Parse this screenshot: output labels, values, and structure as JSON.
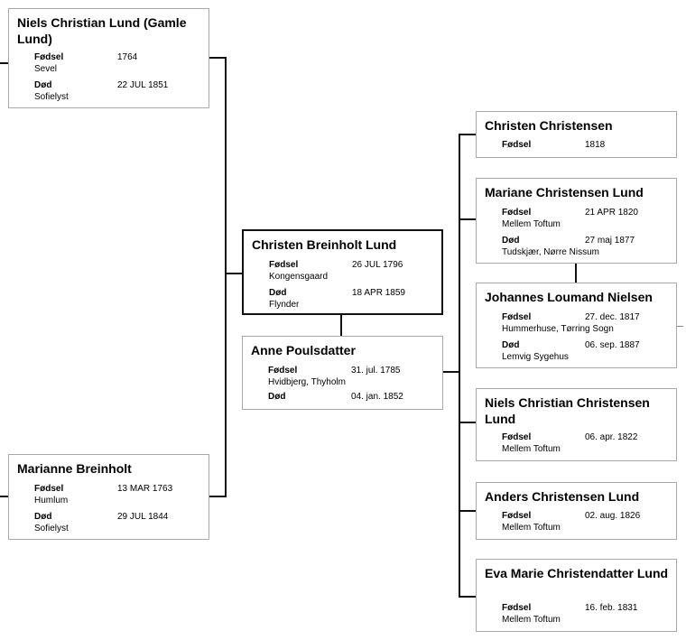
{
  "people": {
    "niels_sr": {
      "name": "Niels Christian Lund (Gamle Lund)",
      "birth": {
        "label": "Fødsel",
        "date": "1764",
        "place": "Sevel"
      },
      "death": {
        "label": "Død",
        "date": "22 JUL 1851",
        "place": "Sofielyst"
      }
    },
    "marianne": {
      "name": "Marianne Breinholt",
      "birth": {
        "label": "Fødsel",
        "date": "13 MAR 1763",
        "place": "Humlum"
      },
      "death": {
        "label": "Død",
        "date": "29 JUL 1844",
        "place": "Sofielyst"
      }
    },
    "christen": {
      "name": "Christen Breinholt Lund",
      "birth": {
        "label": "Fødsel",
        "date": "26 JUL 1796",
        "place": "Kongensgaard"
      },
      "death": {
        "label": "Død",
        "date": "18 APR 1859",
        "place": "Flynder"
      }
    },
    "anne": {
      "name": "Anne Poulsdatter",
      "birth": {
        "label": "Fødsel",
        "date": "31. jul. 1785",
        "place": "Hvidbjerg, Thyholm"
      },
      "death": {
        "label": "Død",
        "date": "04. jan. 1852",
        "place": ""
      }
    },
    "christen_c": {
      "name": "Christen Christensen",
      "birth": {
        "label": "Fødsel",
        "date": "1818",
        "place": ""
      }
    },
    "mariane": {
      "name": "Mariane Christensen Lund",
      "birth": {
        "label": "Fødsel",
        "date": "21 APR 1820",
        "place": "Mellem Toftum"
      },
      "death": {
        "label": "Død",
        "date": "27 maj 1877",
        "place": "Tudskjær, Nørre Nissum"
      }
    },
    "johannes": {
      "name": "Johannes Loumand Nielsen",
      "birth": {
        "label": "Fødsel",
        "date": "27. dec. 1817",
        "place": "Hummerhuse, Tørring Sogn"
      },
      "death": {
        "label": "Død",
        "date": "06. sep. 1887",
        "place": "Lemvig Sygehus"
      }
    },
    "niels_cc": {
      "name": "Niels Christian Christensen Lund",
      "birth": {
        "label": "Fødsel",
        "date": "06. apr. 1822",
        "place": "Mellem Toftum"
      }
    },
    "anders": {
      "name": "Anders Christensen Lund",
      "birth": {
        "label": "Fødsel",
        "date": "02. aug. 1826",
        "place": "Mellem Toftum"
      }
    },
    "eva": {
      "name": "Eva Marie Christendatter Lund",
      "birth": {
        "label": "Fødsel",
        "date": "16. feb. 1831",
        "place": "Mellem Toftum"
      }
    }
  }
}
